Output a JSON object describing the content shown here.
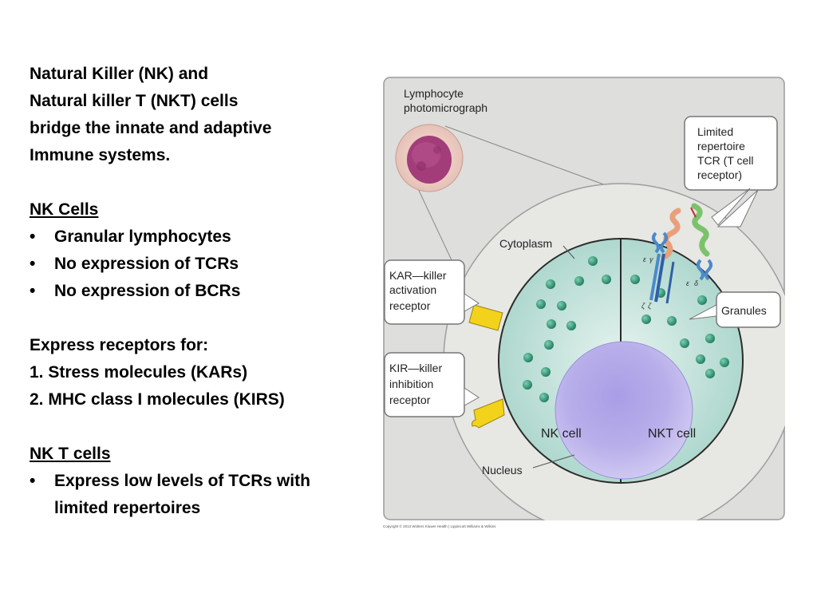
{
  "intro": {
    "line1": "Natural Killer (NK) and",
    "line2": "Natural killer T (NKT) cells",
    "line3": "bridge the innate and adaptive",
    "line4": "Immune systems."
  },
  "nk_cells": {
    "heading": "NK Cells",
    "bullets": [
      "Granular lymphocytes",
      "No expression of TCRs",
      "No expression of BCRs"
    ]
  },
  "receptors": {
    "heading": "Express receptors for:",
    "items": [
      "1. Stress molecules (KARs)",
      "2. MHC class I molecules (KIRS)"
    ]
  },
  "nkt_cells": {
    "heading": "NK T cells",
    "bullet_line1": "Express low levels of TCRs with",
    "bullet_line2": "limited repertoires"
  },
  "figure": {
    "photo_label_1": "Lymphocyte",
    "photo_label_2": "photomicrograph",
    "tcr_callout": [
      "Limited",
      "repertoire",
      "TCR (T cell",
      "receptor)"
    ],
    "cytoplasm": "Cytoplasm",
    "kar_callout": [
      "KAR—killer",
      "activation",
      "receptor"
    ],
    "kir_callout": [
      "KIR—killer",
      "inhibition",
      "receptor"
    ],
    "granules": "Granules",
    "nk_cell": "NK cell",
    "nkt_cell": "NKT cell",
    "nucleus": "Nucleus",
    "chain_labels": [
      "ε",
      "γ",
      "ε",
      "δ",
      "ζ",
      "ζ"
    ],
    "colors": {
      "background": "#dededc",
      "cytoplasm": "#b7dcd4",
      "nucleus": "#b0a6e6",
      "granule": "#2e8f70",
      "receptor_yellow": "#f3d21b"
    }
  },
  "copyright": "Copyright © 2013 Wolters Kluwer Health | Lippincott Williams & Wilkins"
}
